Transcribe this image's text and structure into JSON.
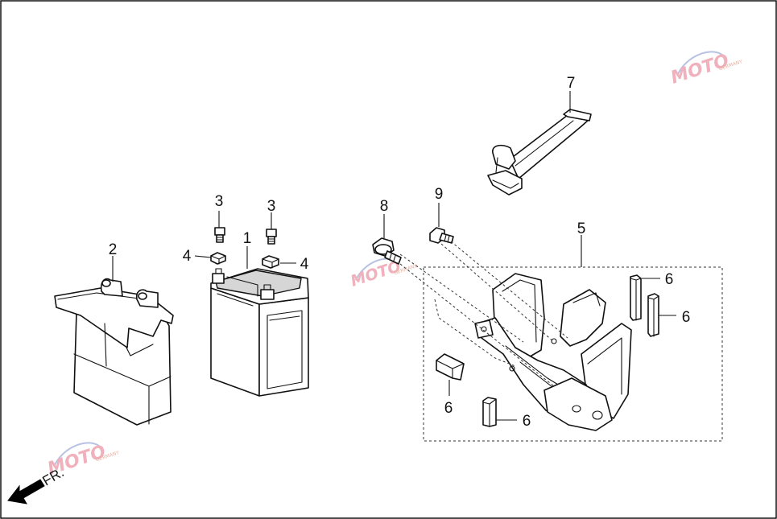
{
  "direction_label": "FR.",
  "callouts": {
    "battery": "1",
    "battery_cover": "2",
    "bolt_left": "3",
    "bolt_right": "3",
    "nut_left": "4",
    "nut_right": "4",
    "battery_tray": "5",
    "pad_top_left": "6",
    "pad_top_right": "6",
    "pad_bottom_left": "6",
    "pad_bottom_right": "6",
    "battery_strap": "7",
    "flange_bolt": "8",
    "tray_bolt": "9"
  },
  "watermark": {
    "brand": "MOTO",
    "sub": "GERMANY"
  }
}
